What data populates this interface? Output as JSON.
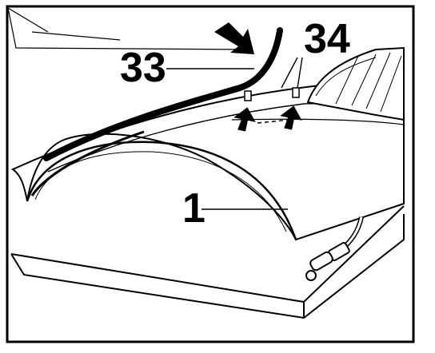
{
  "callouts": {
    "hood": "1",
    "seal_strip": "33",
    "clips": "34"
  },
  "colors": {
    "ink": "#000000",
    "paper": "#ffffff"
  }
}
